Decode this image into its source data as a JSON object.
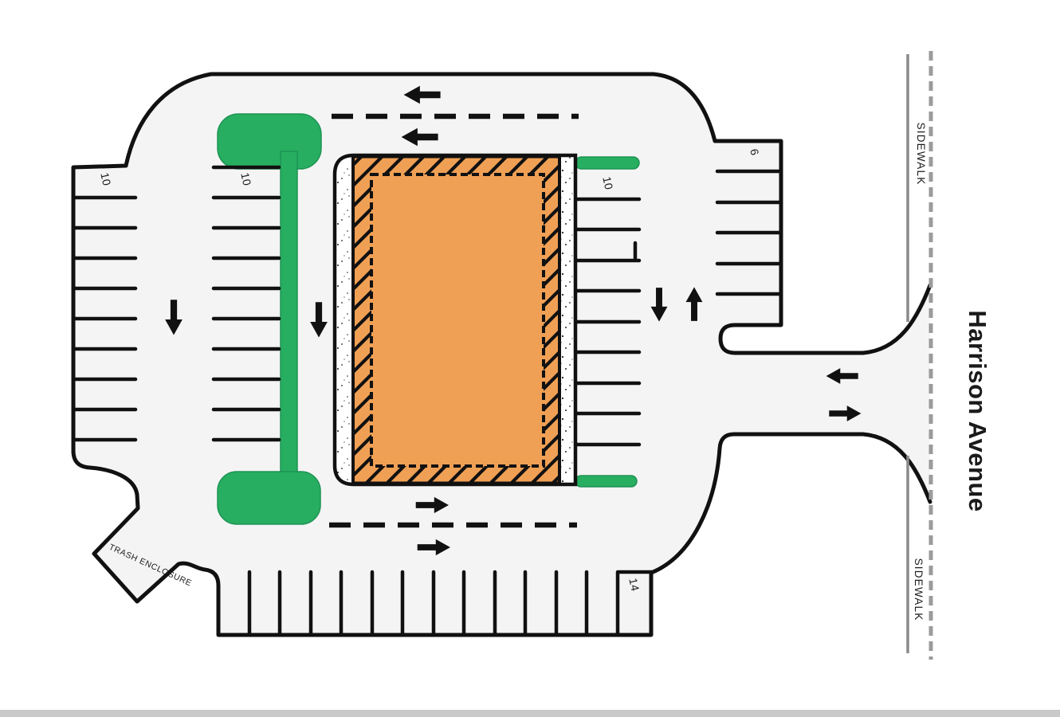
{
  "diagram": {
    "type": "parking-lot-site-plan",
    "street": {
      "name": "Harrison Avenue",
      "label_color": "#17399E"
    },
    "sidewalk": {
      "upper_label": "SIDEWALK",
      "lower_label": "SIDEWALK"
    },
    "trash_enclosure": {
      "label": "TRASH ENCLOSURE"
    },
    "parking_rows": [
      {
        "location": "west",
        "spaces": "10"
      },
      {
        "location": "center-west",
        "spaces": "10"
      },
      {
        "location": "east-of-building",
        "spaces": "10"
      },
      {
        "location": "far-east",
        "spaces": "6"
      },
      {
        "location": "south",
        "spaces": "14"
      }
    ],
    "traffic_arrows": [
      "north-aisle-left",
      "north-aisle-left",
      "west-aisle-down",
      "center-aisle-down",
      "east-aisle-down",
      "east-aisle-up",
      "south-aisle-right",
      "south-aisle-right",
      "driveway-entry-left",
      "driveway-exit-right"
    ],
    "colors": {
      "lot_surface": "#F4F4F4",
      "line_work": "#111111",
      "landscaping_green": "#27AE60",
      "building_orange": "#F0A055",
      "street_label_blue": "#17399E",
      "sidewalk_gray": "#8A8A8A"
    }
  }
}
